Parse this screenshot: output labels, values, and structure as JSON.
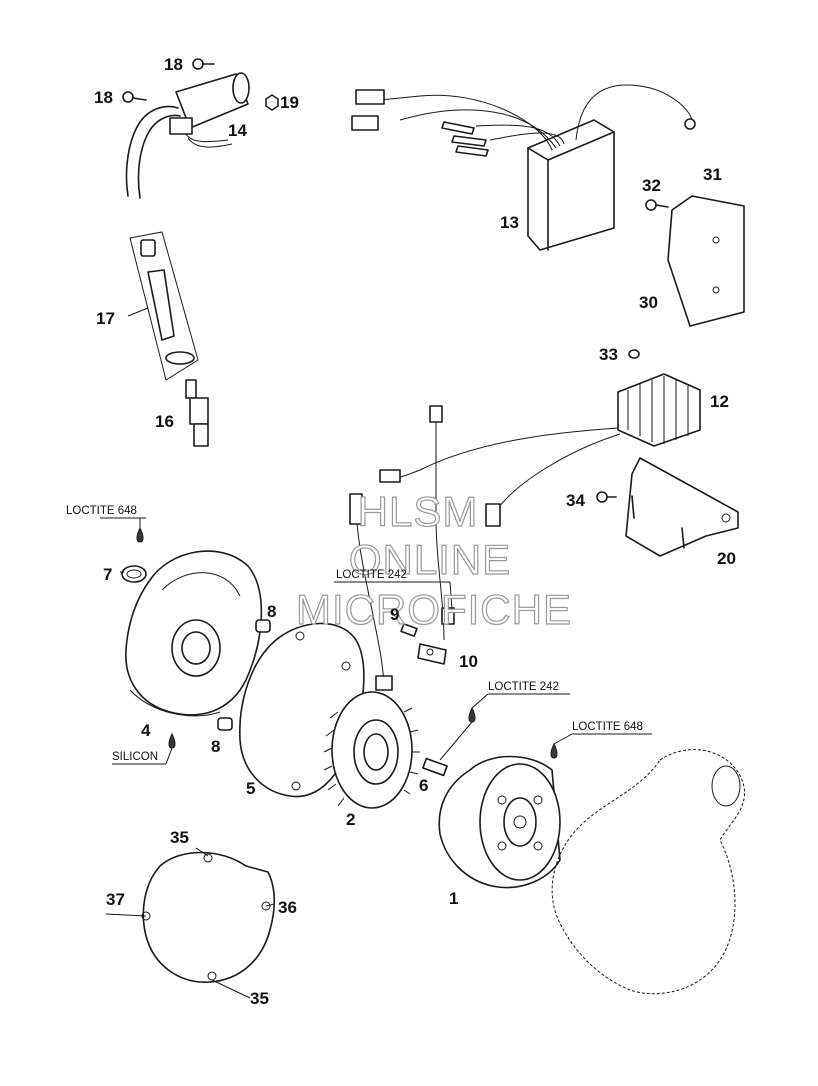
{
  "watermark": {
    "line1": "HLSM",
    "line2": "ONLINE",
    "line3": "MICROFICHE"
  },
  "notes": {
    "loctite_648_cover": "LOCTITE 648",
    "loctite_242_pickup": "LOCTITE 242",
    "loctite_242_screw": "LOCTITE 242",
    "loctite_648_rotor": "LOCTITE 648",
    "silicon": "SILICON"
  },
  "labels": {
    "p1": "1",
    "p2": "2",
    "p4": "4",
    "p5": "5",
    "p6": "6",
    "p7": "7",
    "p8a": "8",
    "p8b": "8",
    "p9": "9",
    "p10": "10",
    "p12": "12",
    "p13": "13",
    "p14": "14",
    "p16": "16",
    "p17": "17",
    "p18a": "18",
    "p18b": "18",
    "p19": "19",
    "p20": "20",
    "p30": "30",
    "p31": "31",
    "p32": "32",
    "p33": "33",
    "p34": "34",
    "p35a": "35",
    "p35b": "35",
    "p36": "36",
    "p37": "37"
  }
}
